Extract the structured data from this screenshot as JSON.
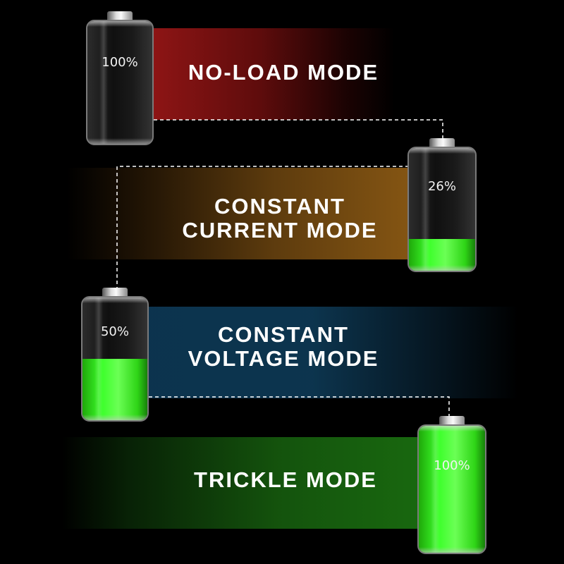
{
  "modes": [
    {
      "label_lines": [
        "NO-LOAD MODE"
      ],
      "battery_label": "100%",
      "fill_fraction": 0.0
    },
    {
      "label_lines": [
        "CONSTANT",
        "CURRENT MODE"
      ],
      "battery_label": "26%",
      "fill_fraction": 0.26
    },
    {
      "label_lines": [
        "CONSTANT",
        "VOLTAGE MODE"
      ],
      "battery_label": "50%",
      "fill_fraction": 0.5
    },
    {
      "label_lines": [
        "TRICKLE MODE"
      ],
      "battery_label": "100%",
      "fill_fraction": 1.0
    }
  ],
  "colors": {
    "no_load_band": "#8a1414",
    "constant_current_band": "#8c5a14",
    "constant_voltage_band": "#0e3a56",
    "trickle_band": "#1a6e10",
    "charge_fill": "#3cff2a",
    "connector": "#ffffff"
  }
}
